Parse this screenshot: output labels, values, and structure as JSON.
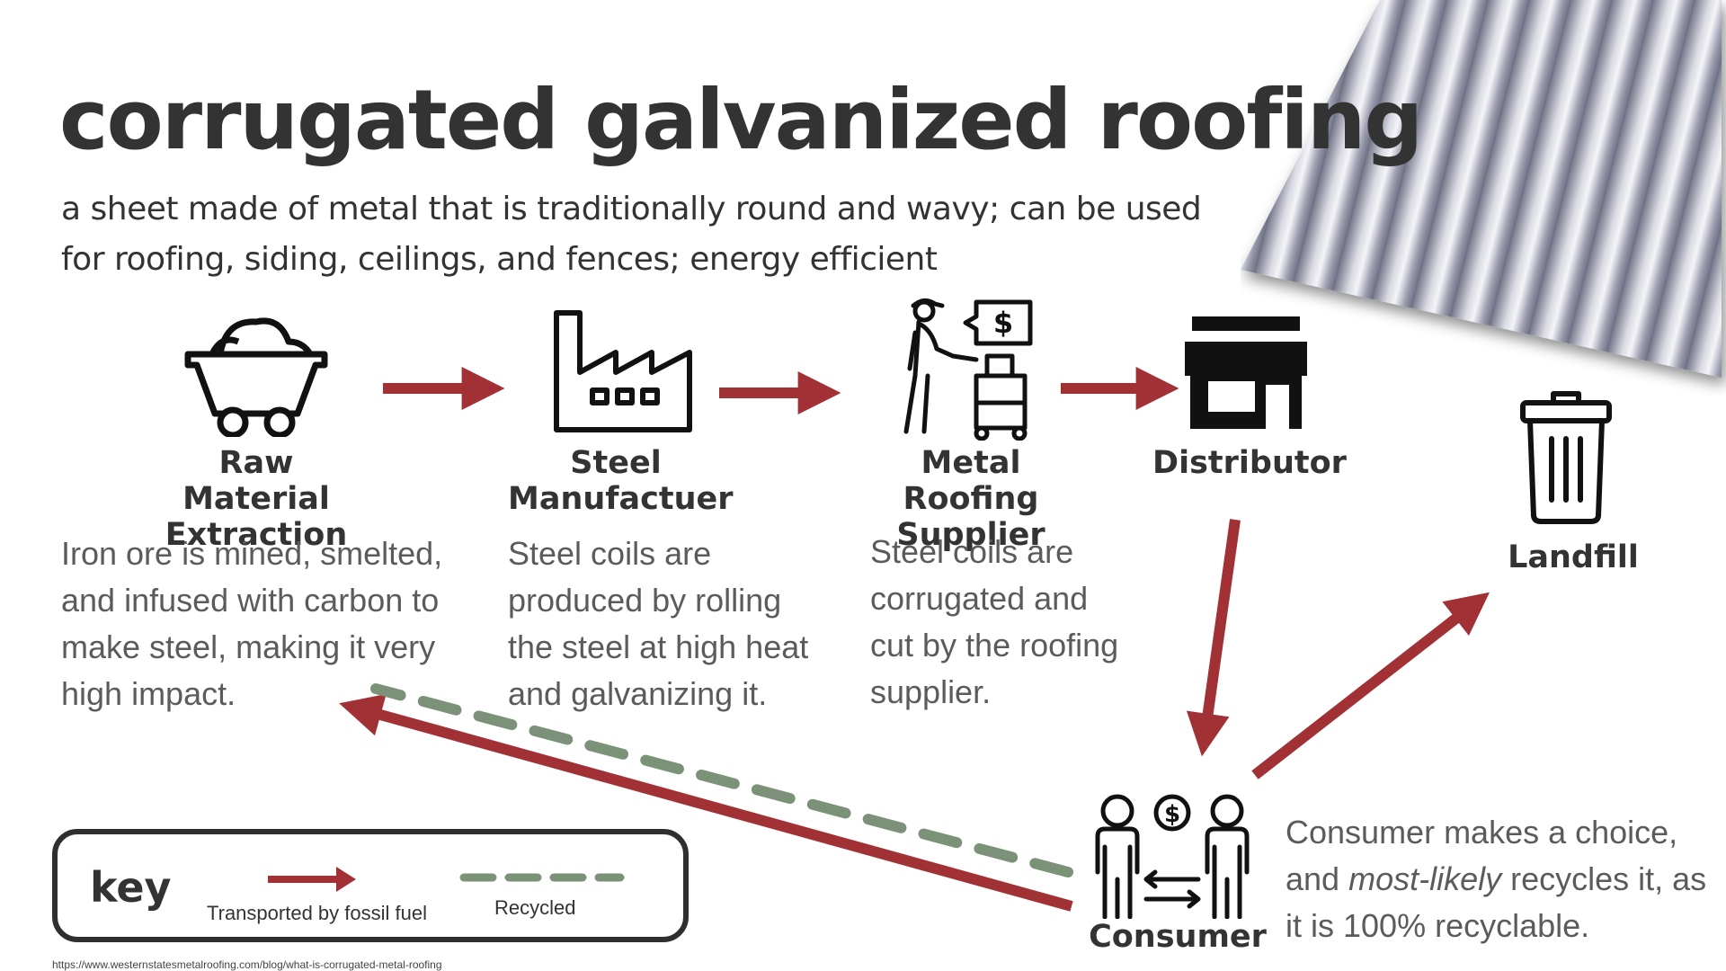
{
  "title": "corrugated galvanized roofing",
  "subtitle": "a sheet made of metal that is traditionally round and wavy; can be used for roofing, siding, ceilings, and fences; energy efficient",
  "steps": [
    {
      "label": "Raw Material Extraction",
      "description": "Iron ore is mined, smelted, and infused with carbon to make steel, making it very high impact.",
      "icon": "mine-cart-icon"
    },
    {
      "label": "Steel Manufactuer",
      "description": "Steel coils are produced by rolling the  steel at high heat and galvanizing it.",
      "icon": "factory-icon"
    },
    {
      "label": "Metal Roofing Supplier",
      "description": "Steel coils are corrugated and cut  by the roofing supplier.",
      "icon": "worker-cart-icon"
    },
    {
      "label": "Distributor",
      "icon": "storefront-icon"
    },
    {
      "label": "Consumer",
      "description_pre": "Consumer makes a choice, and ",
      "description_em": "most-likely",
      "description_post": "  recycles it, as it is 100% recyclable.",
      "icon": "consumer-exchange-icon"
    },
    {
      "label": "Landfill",
      "icon": "trash-can-icon"
    }
  ],
  "key": {
    "title": "key",
    "fossil_label": "Transported by fossil fuel",
    "recycled_label": "Recycled"
  },
  "source": "https://www.westernstatesmetalroofing.com/blog/what-is-corrugated-metal-roofing",
  "colors": {
    "arrow_red": "#a23135",
    "recycle_green": "#7b9279",
    "text_dark": "#333333",
    "text_gray": "#5b5b5b"
  }
}
